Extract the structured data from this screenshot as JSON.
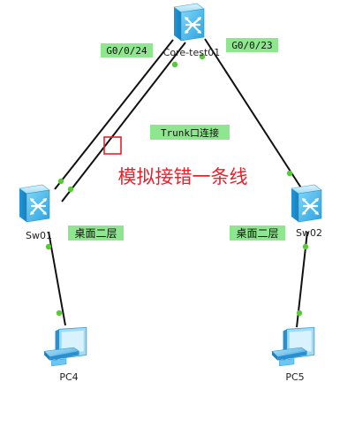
{
  "devices": {
    "core": {
      "label": "Core-test01",
      "kind": "core-switch"
    },
    "sw01": {
      "label": "Sw01",
      "kind": "access-switch"
    },
    "sw02": {
      "label": "Sw02",
      "kind": "access-switch"
    },
    "pc4": {
      "label": "PC4",
      "kind": "pc"
    },
    "pc5": {
      "label": "PC5",
      "kind": "pc"
    }
  },
  "port_labels": {
    "g0_0_24": "G0/0/24",
    "g0_0_23": "G0/0/23"
  },
  "notes": {
    "trunk": "Trunk口连接",
    "desktop_l2_left": "桌面二层",
    "desktop_l2_right": "桌面二层",
    "annotation": "模拟接错一条线"
  },
  "colors": {
    "label_bg": "#8ee68e",
    "link": "#111111",
    "port_dot": "#55cc33",
    "annotation": "#e8202a",
    "switch_face": "#5cc8f0",
    "pc_body": "#6cc6f2"
  }
}
